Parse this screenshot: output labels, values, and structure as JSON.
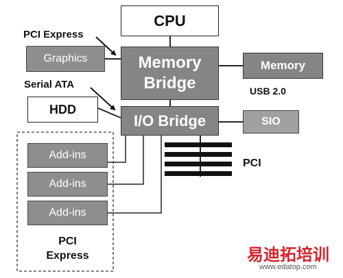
{
  "nodes": {
    "cpu": "CPU",
    "memory_bridge": "Memory Bridge",
    "graphics": "Graphics",
    "memory": "Memory",
    "hdd": "HDD",
    "io_bridge": "I/O Bridge",
    "sio": "SIO",
    "addins": [
      "Add-ins",
      "Add-ins",
      "Add-ins"
    ]
  },
  "labels": {
    "pci_express_top": "PCI Express",
    "serial_ata": "Serial ATA",
    "usb": "USB 2.0",
    "pci": "PCI",
    "pci_express_group": "PCI\nExpress"
  },
  "watermark": {
    "cn": "易迪拓培训",
    "url": "www.edatop.com"
  },
  "colors": {
    "dark_box": "#858585",
    "light_box": "#8e8e8e",
    "watermark_red": "#d8222b"
  }
}
